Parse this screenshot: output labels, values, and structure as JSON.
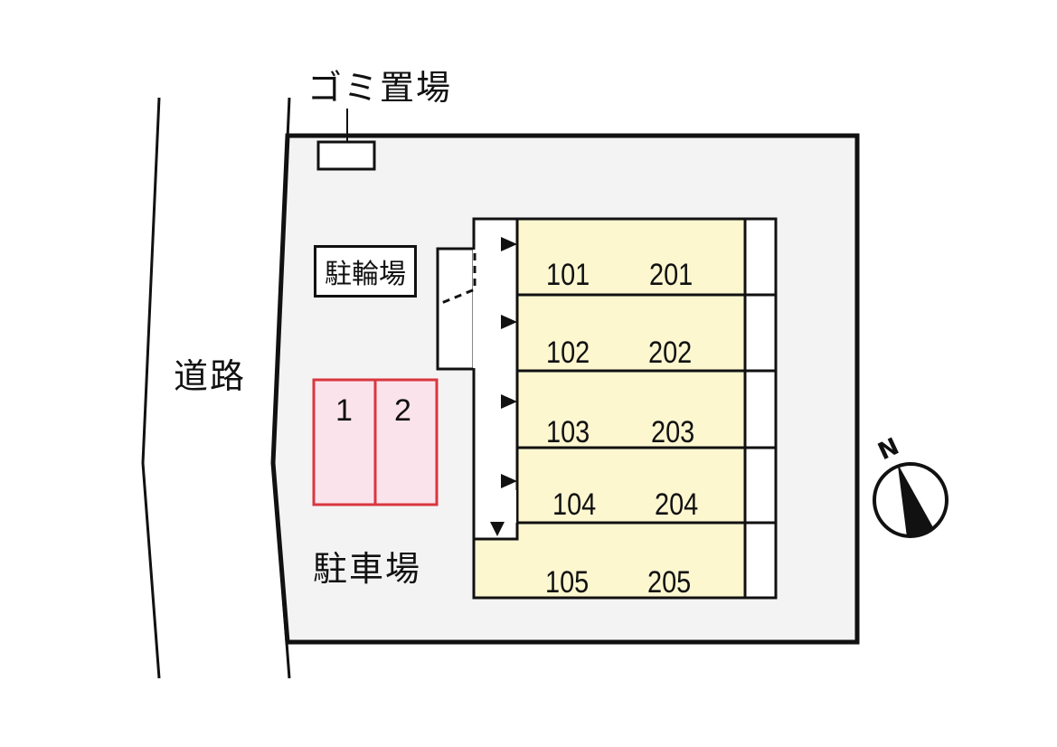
{
  "labels": {
    "garbage": "ゴミ置場",
    "bicycle_parking": "駐輪場",
    "road": "道路",
    "car_parking": "駐車場",
    "north": "N"
  },
  "parking_slots": [
    {
      "number": "1"
    },
    {
      "number": "2"
    }
  ],
  "units": [
    {
      "first": "101",
      "second": "201"
    },
    {
      "first": "102",
      "second": "202"
    },
    {
      "first": "103",
      "second": "203"
    },
    {
      "first": "104",
      "second": "204"
    },
    {
      "first": "105",
      "second": "205"
    }
  ],
  "colors": {
    "lot_fill": "#f3f3f4",
    "unit_fill": "#fdf7d0",
    "slot_fill": "#fbe3ec",
    "slot_border": "#d9373f"
  }
}
